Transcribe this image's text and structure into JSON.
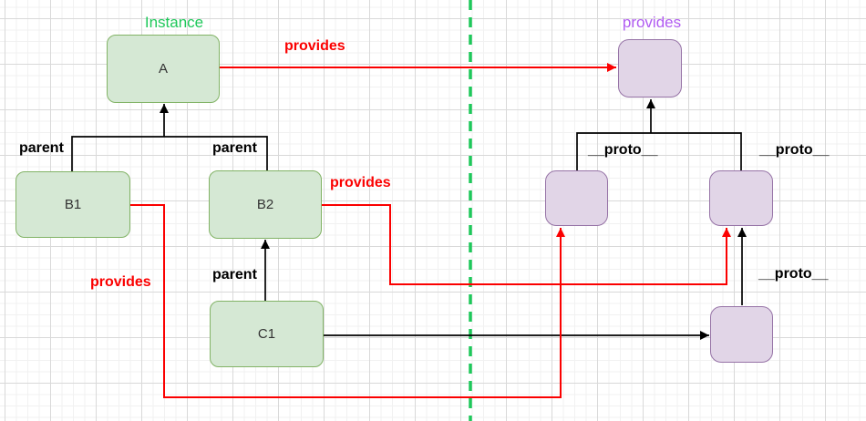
{
  "nodes": {
    "a": {
      "label": "A"
    },
    "b1": {
      "label": "B1"
    },
    "b2": {
      "label": "B2"
    },
    "c1": {
      "label": "C1"
    }
  },
  "labels": {
    "instance": "Instance",
    "provides_object": "provides",
    "provides_a": "provides",
    "provides_b1": "provides",
    "provides_b2": "provides",
    "parent_b1": "parent",
    "parent_b2": "parent",
    "parent_c1": "parent",
    "proto_left": "__proto__",
    "proto_right": "__proto__",
    "proto_bottom": "__proto__"
  },
  "colors": {
    "green_node_fill": "#d5e8d4",
    "green_node_border": "#82b366",
    "purple_node_fill": "#e1d5e7",
    "purple_node_border": "#9673a6",
    "green_text": "#1ec85a",
    "purple_text": "#b15cf2",
    "red_arrow": "#fb0000",
    "black_arrow": "#000000",
    "divider_green": "#1ec85a",
    "node_text": "#333333"
  }
}
